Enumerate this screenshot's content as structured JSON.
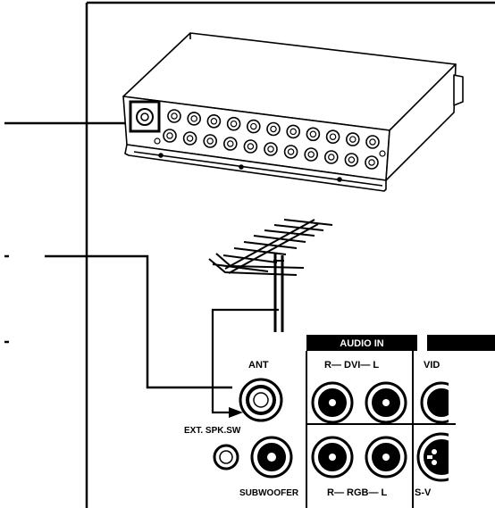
{
  "labels": {
    "audio_in": "AUDIO IN",
    "ant": "ANT",
    "dvi": "R— DVI— L",
    "vid": "VID",
    "ext_spk_sw": "EXT. SPK.SW",
    "subwoofer": "SUBWOOFER",
    "rgb": "R— RGB— L",
    "s_v": "S-V"
  },
  "icons": [
    "media-receiver-box",
    "yagi-antenna",
    "rca-jack",
    "s-video-jack"
  ]
}
